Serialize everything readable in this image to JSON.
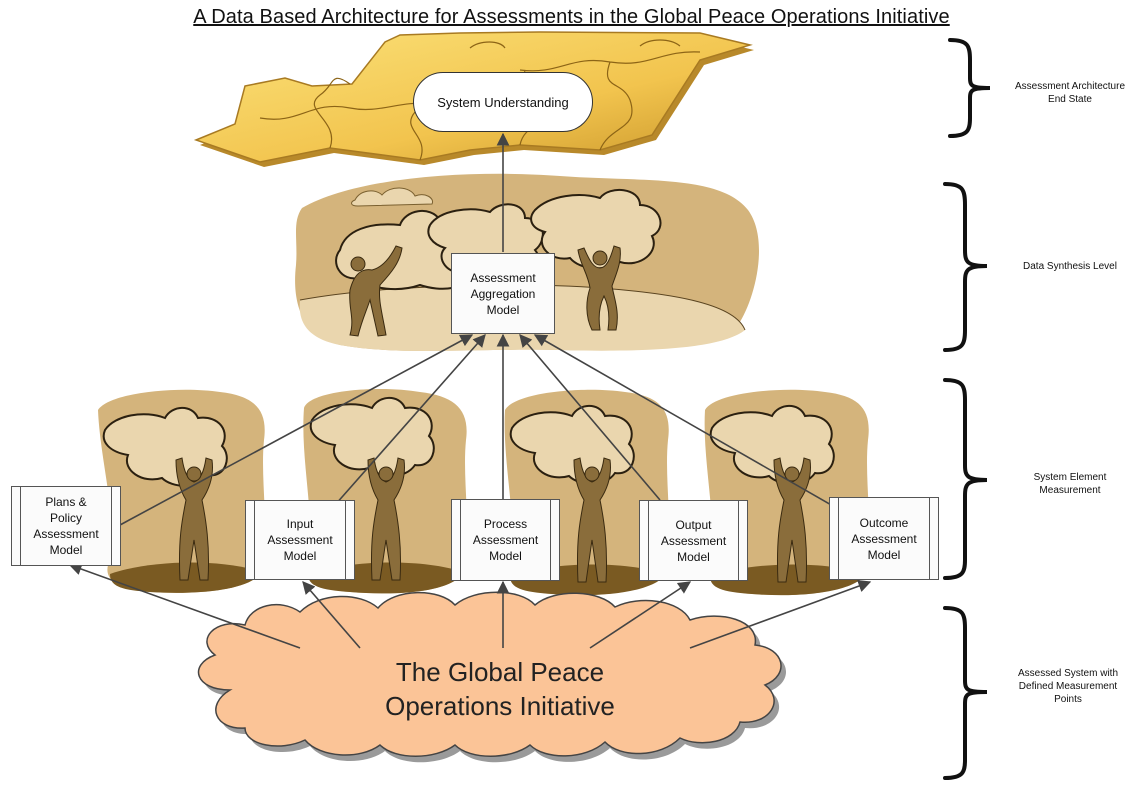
{
  "title": "A Data Based Architecture for Assessments in the Global Peace Operations Initiative",
  "nodes": {
    "system_understanding": "System Understanding",
    "aggregation": "Assessment\nAggregation\nModel",
    "plans_policy": "Plans &\nPolicy\nAssessment\nModel",
    "input": "Input\nAssessment\nModel",
    "process": "Process\nAssessment\nModel",
    "output": "Output\nAssessment\nModel",
    "outcome": "Outcome\nAssessment\nModel",
    "gpoi": "The Global Peace\nOperations Initiative"
  },
  "levels": {
    "end_state": "Assessment Architecture\nEnd State",
    "synthesis": "Data Synthesis Level",
    "element_measurement": "System Element\nMeasurement",
    "assessed_system": "Assessed System with\nDefined Measurement\nPoints"
  },
  "colors": {
    "gold_puzzle": "#f2c44e",
    "tan_scene": "#d4b47c",
    "light_tan": "#ead6ae",
    "cloud": "#fbc497",
    "figure": "#8a6d3b"
  }
}
